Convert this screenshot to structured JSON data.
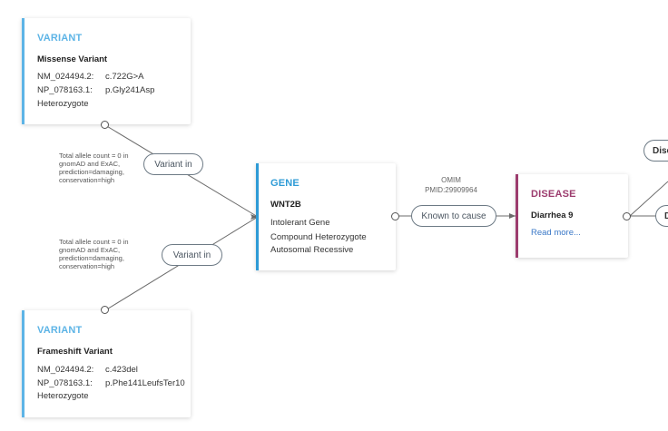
{
  "colors": {
    "variant_accent": "#5db4e6",
    "gene_accent": "#2e9bd6",
    "disease_accent": "#9c3c6e",
    "edge": "#6b6b6b",
    "link": "#3a78c7"
  },
  "variant_top": {
    "type_label": "VARIANT",
    "title": "Missense Variant",
    "transcript_id": "NM_024494.2:",
    "transcript_change": "c.722G>A",
    "protein_id": "NP_078163.1:",
    "protein_change": "p.Gly241Asp",
    "zygosity": "Heterozygote"
  },
  "variant_bottom": {
    "type_label": "VARIANT",
    "title": "Frameshift Variant",
    "transcript_id": "NM_024494.2:",
    "transcript_change": "c.423del",
    "protein_id": "NP_078163.1:",
    "protein_change": "p.Phe141LeufsTer10",
    "zygosity": "Heterozygote"
  },
  "gene": {
    "type_label": "GENE",
    "title": "WNT2B",
    "line1": "Intolerant Gene",
    "line2": "Compound Heterozygote",
    "line3": "Autosomal Recessive"
  },
  "disease": {
    "type_label": "DISEASE",
    "title": "Diarrhea 9",
    "link": "Read more..."
  },
  "edges": {
    "variant_in_top": "Variant in",
    "variant_in_bottom": "Variant in",
    "known_to_cause": "Known to cause",
    "note_top": "Total allele count = 0 in gnomAD and ExAC, prediction=damaging, conservation=high",
    "note_bottom": "Total allele count = 0 in gnomAD and ExAC, prediction=damaging, conservation=high",
    "pub_source": "OMIM",
    "pub_id": "PMID:29909964"
  },
  "offscreen": {
    "pill_top": "Dise",
    "pill_bottom": "D"
  }
}
